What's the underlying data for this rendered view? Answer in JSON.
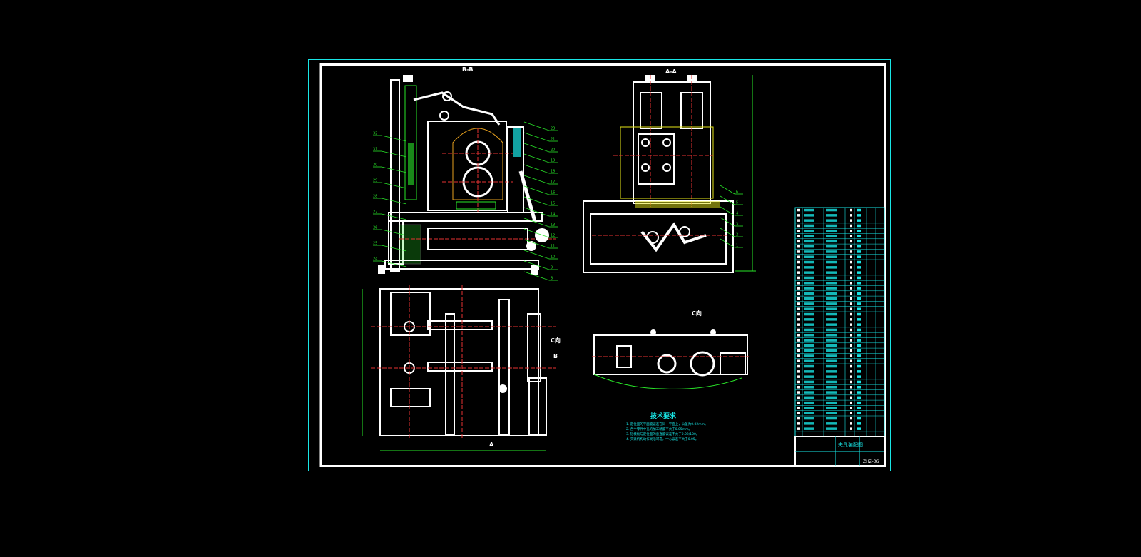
{
  "drawing": {
    "colors": {
      "frame": "#19e6e6",
      "outline": "#ffffff",
      "leader": "#29e629",
      "center": "#e63232",
      "part": "#e6e619",
      "hatch": "#19e6e6"
    },
    "views": {
      "section_bb": "B-B",
      "section_aa": "A-A",
      "view_c": "C向",
      "view_c_arrow": "C向",
      "cut_a": "A",
      "cut_b": "B"
    },
    "balloons_bb_right": [
      "23",
      "21",
      "20",
      "19",
      "18",
      "17",
      "16",
      "15",
      "14",
      "13",
      "12",
      "11",
      "10",
      "9",
      "8"
    ],
    "balloons_bb_left": [
      "32",
      "31",
      "30",
      "29",
      "28",
      "27",
      "26",
      "25",
      "24"
    ],
    "balloons_aa": [
      "6",
      "5",
      "4",
      "3",
      "2",
      "1"
    ],
    "technical_requirements": {
      "title": "技术要求",
      "items": [
        "1. 定位面的平面度误差在同一平面上，公差为0.02mm。",
        "2. 各个零件中孔的加工精度不大于0.05mm。",
        "3. 钻模板与定位面的垂直度误差不大于0.02/100。",
        "4. 夹紧机构动作灵活可靠，中心误差不大于0.05。"
      ]
    },
    "title_block": {
      "title": "夹具装配图",
      "drawing_no": "ZHZ-06"
    }
  }
}
